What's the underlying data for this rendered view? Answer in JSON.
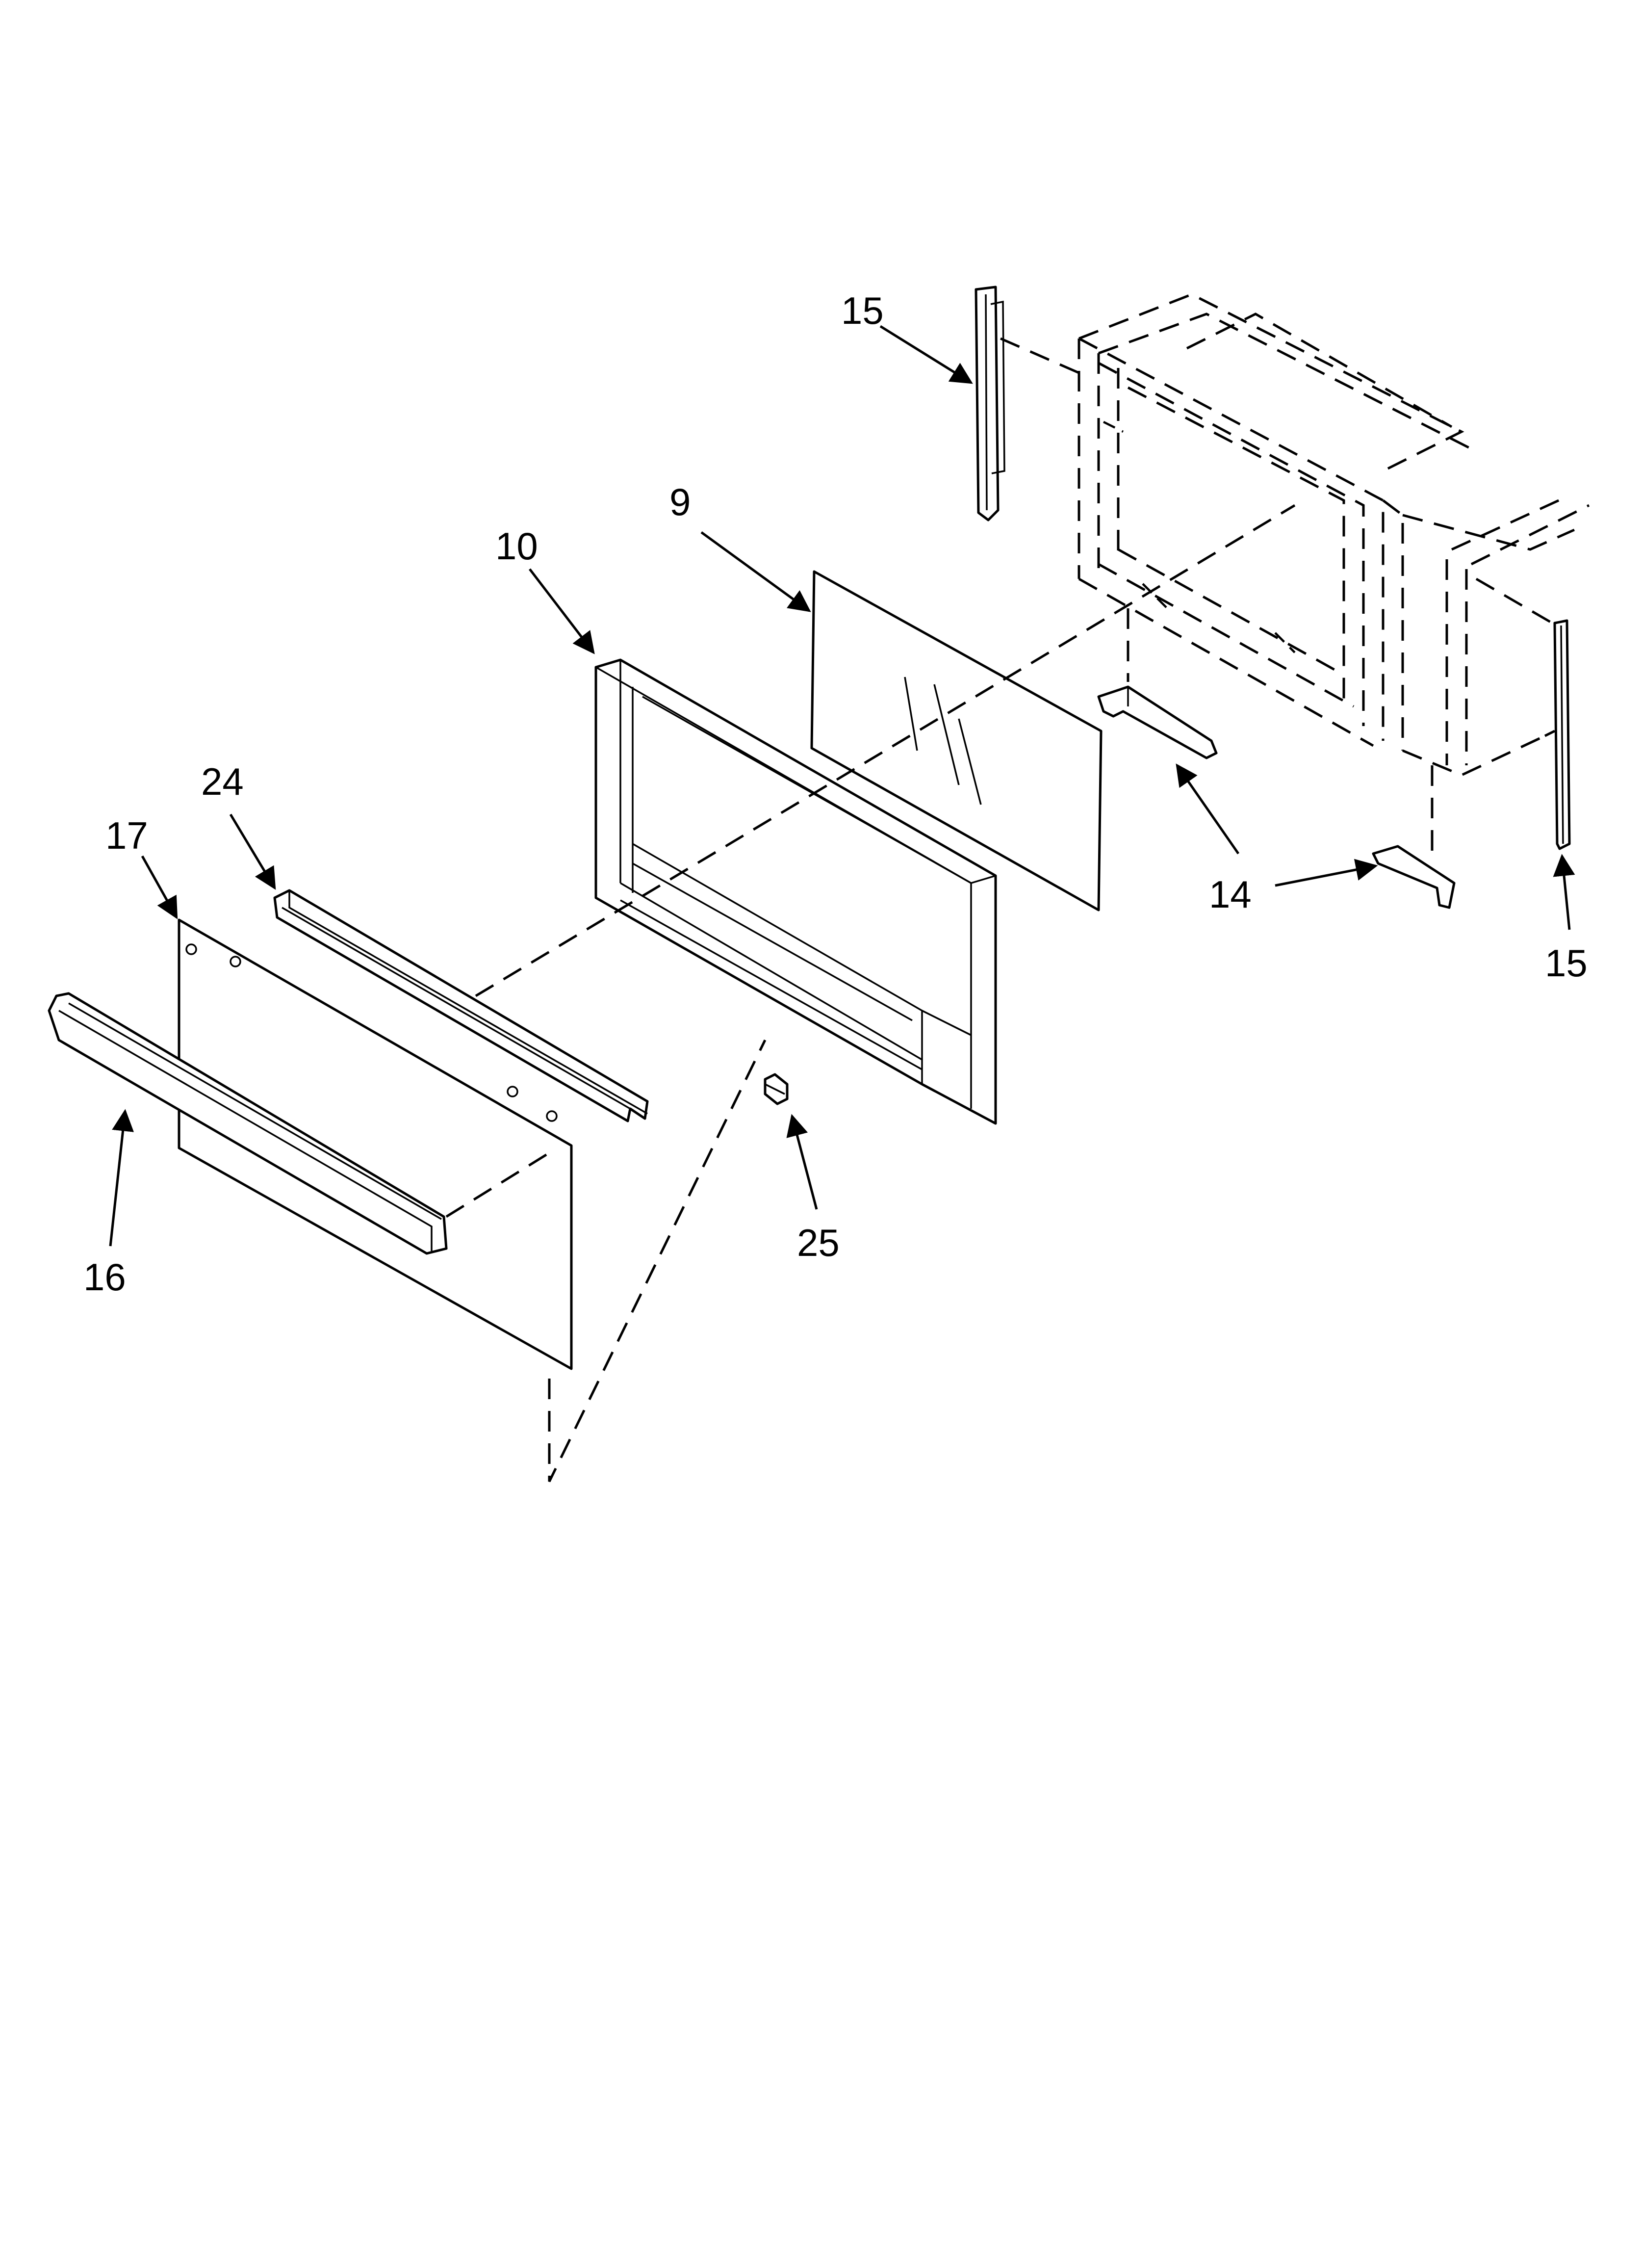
{
  "diagram": {
    "callouts": [
      {
        "id": "15-top",
        "label": "15"
      },
      {
        "id": "9",
        "label": "9"
      },
      {
        "id": "10",
        "label": "10"
      },
      {
        "id": "24",
        "label": "24"
      },
      {
        "id": "17",
        "label": "17"
      },
      {
        "id": "14",
        "label": "14"
      },
      {
        "id": "15-right",
        "label": "15"
      },
      {
        "id": "25",
        "label": "25"
      },
      {
        "id": "16",
        "label": "16"
      }
    ]
  }
}
